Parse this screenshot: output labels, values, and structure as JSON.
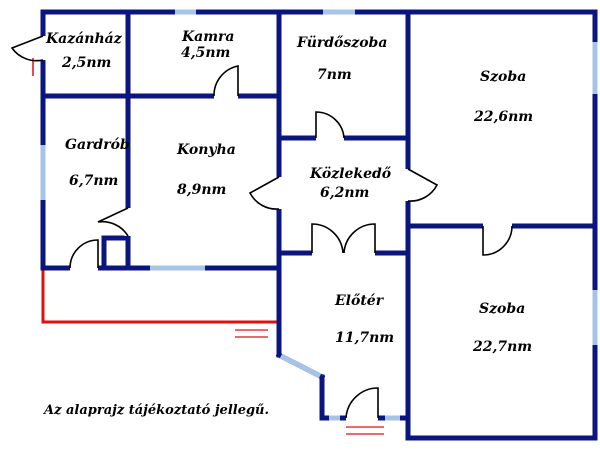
{
  "colors": {
    "wall": "#0a1580",
    "window": "#a7c4e6",
    "boundary": "#e01010",
    "door": "#000000"
  },
  "rooms": {
    "kazanhaz": {
      "name": "Kazánház",
      "area": "2,5nm"
    },
    "kamra": {
      "name": "Kamra",
      "area": "4,5nm"
    },
    "furdoszoba": {
      "name": "Fürdőszoba",
      "area": "7nm"
    },
    "szoba1": {
      "name": "Szoba",
      "area": "22,6nm"
    },
    "gardrob": {
      "name": "Gardrób",
      "area": "6,7nm"
    },
    "konyha": {
      "name": "Konyha",
      "area": "8,9nm"
    },
    "kozlekedo": {
      "name": "Közlekedő",
      "area": "6,2nm"
    },
    "eloter": {
      "name": "Előtér",
      "area": "11,7nm"
    },
    "szoba2": {
      "name": "Szoba",
      "area": "22,7nm"
    }
  },
  "note": "Az alaprajz tájékoztató jellegű."
}
